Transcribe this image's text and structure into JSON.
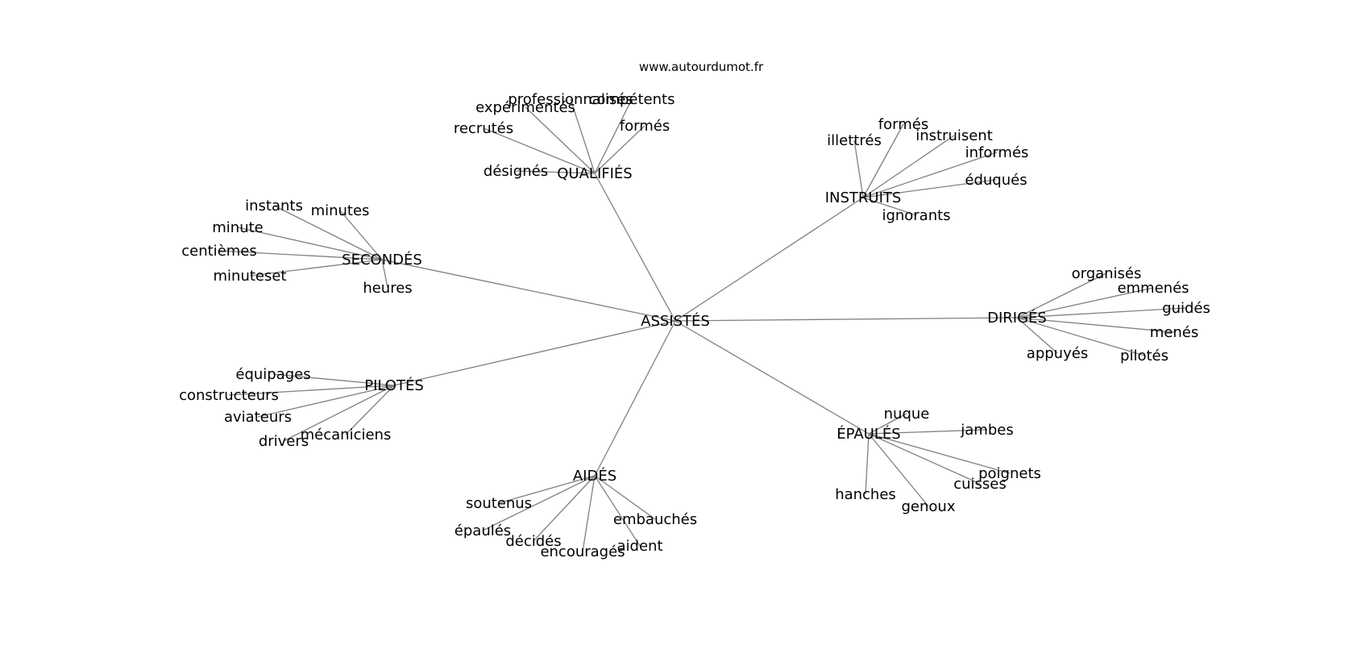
{
  "source": "www.autourdumot.fr",
  "colors": {
    "edge": "#808080",
    "text": "#000000",
    "background": "#ffffff"
  },
  "center": {
    "word": "ASSISTÉS"
  },
  "clusters": [
    {
      "hub": "QUALIFIÉS",
      "leaves": [
        "professionnalisés",
        "compétents",
        "expérimentés",
        "recrutés",
        "formés",
        "désignés"
      ]
    },
    {
      "hub": "INSTRUITS",
      "leaves": [
        "formés",
        "illettrés",
        "instruisent",
        "informés",
        "éduqués",
        "ignorants"
      ]
    },
    {
      "hub": "SECONDÉS",
      "leaves": [
        "instants",
        "minutes",
        "minute",
        "centièmes",
        "minuteset",
        "heures"
      ]
    },
    {
      "hub": "DIRIGÉS",
      "leaves": [
        "organisés",
        "emmenés",
        "guidés",
        "menés",
        "appuyés",
        "pilotés"
      ]
    },
    {
      "hub": "PILOTÉS",
      "leaves": [
        "équipages",
        "constructeurs",
        "aviateurs",
        "drivers",
        "mécaniciens"
      ]
    },
    {
      "hub": "ÉPAULÉS",
      "leaves": [
        "nuque",
        "jambes",
        "poignets",
        "cuisses",
        "hanches",
        "genoux"
      ]
    },
    {
      "hub": "AIDÉS",
      "leaves": [
        "soutenus",
        "épaulés",
        "décidés",
        "encouragés",
        "aident",
        "embauchés"
      ]
    }
  ]
}
